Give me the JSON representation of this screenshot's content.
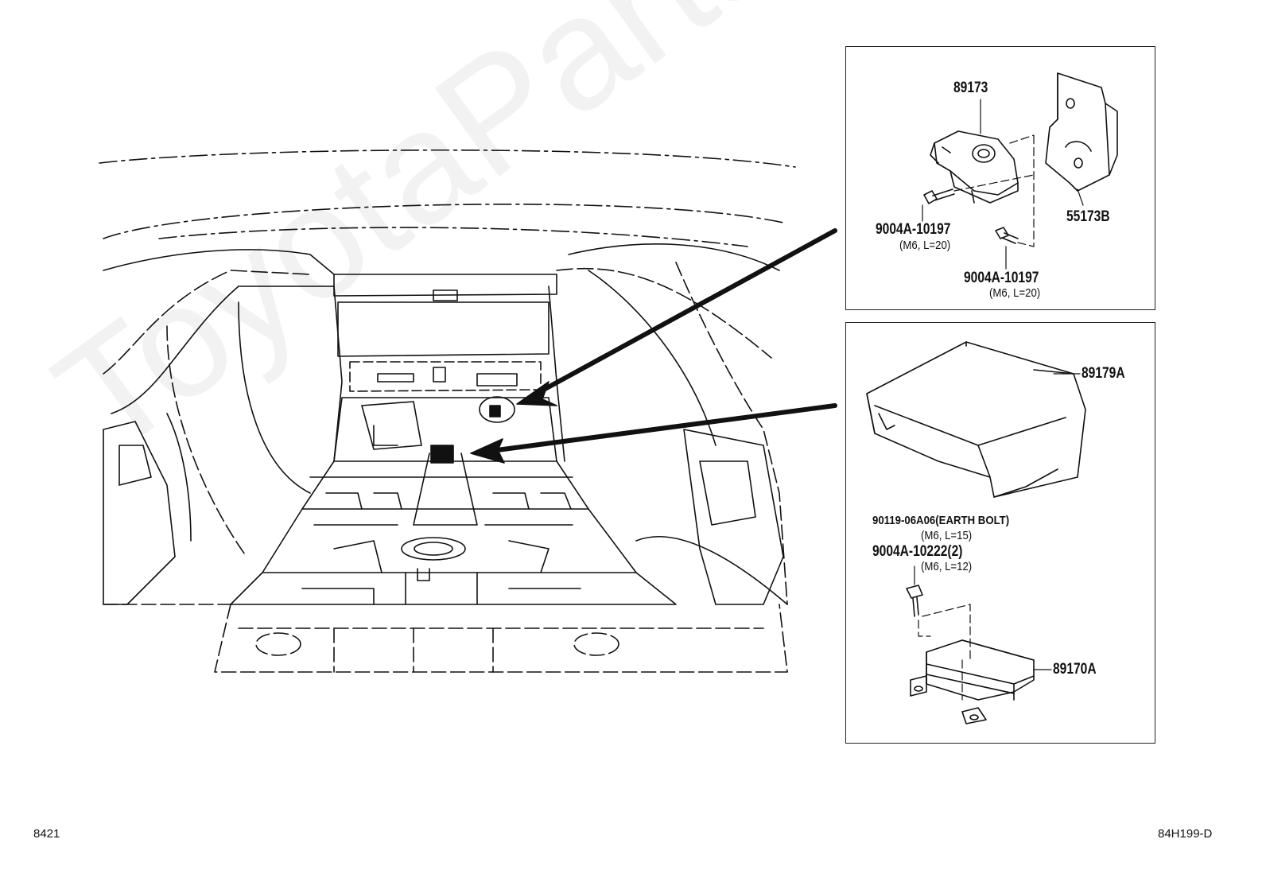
{
  "watermark": "ToyotaPartsMirror.ru",
  "panel_sensor": {
    "sensor_part": "89173",
    "bracket_part": "55173B",
    "bolt_a_part": "9004A-10197",
    "bolt_a_spec": "(M6, L=20)",
    "bolt_b_part": "9004A-10197",
    "bolt_b_spec": "(M6, L=20)"
  },
  "panel_ecu": {
    "cover_part": "89179A",
    "earth_bolt_part": "90119-06A06(EARTH BOLT)",
    "earth_bolt_spec": "(M6, L=15)",
    "bolt_part": "9004A-10222(2)",
    "bolt_spec": "(M6, L=12)",
    "ecu_part": "89170A"
  },
  "footer": {
    "left_code": "8421",
    "right_code": "84H199-D"
  }
}
